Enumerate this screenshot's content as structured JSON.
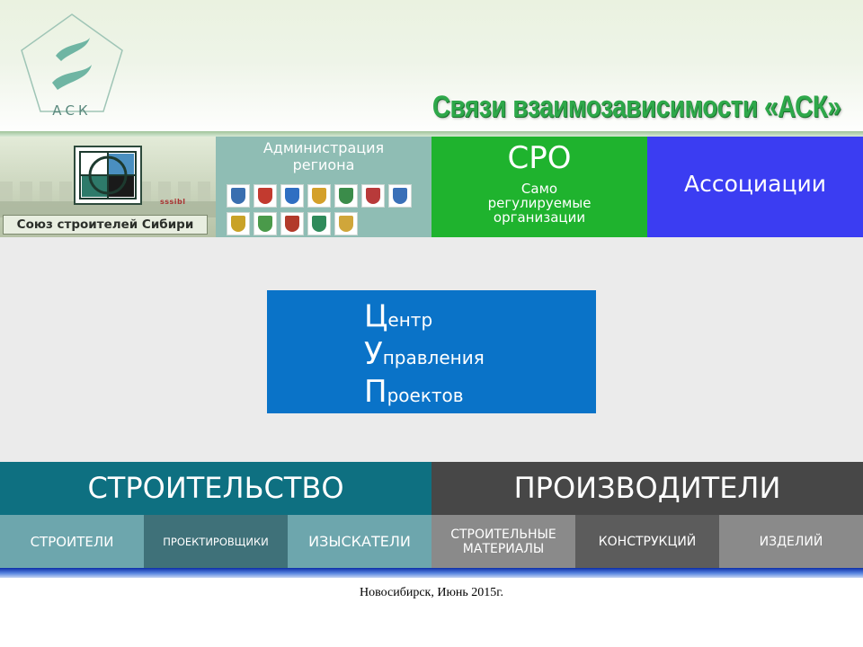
{
  "header": {
    "logo_text": "АСК",
    "title": "Связи взаимозависимости «АСК»"
  },
  "top_row": {
    "union": {
      "badge": "sssibl",
      "label": "Союз строителей Сибири"
    },
    "admin": {
      "title_line1": "Администрация",
      "title_line2": "региона"
    },
    "sro": {
      "title": "СРО",
      "sub_line1": "Само",
      "sub_line2": "регулируемые",
      "sub_line3": "организации"
    },
    "associations": {
      "title": "Ассоциации"
    }
  },
  "center": {
    "line1_big": "Ц",
    "line1_rest": "ентр",
    "line2_big": "У",
    "line2_rest": "правления",
    "line3_big": "П",
    "line3_rest": "роектов"
  },
  "bottom": {
    "construction": {
      "title": "СТРОИТЕЛЬСТВО",
      "items": [
        "СТРОИТЕЛИ",
        "ПРОЕКТИРОВЩИКИ",
        "ИЗЫСКАТЕЛИ"
      ]
    },
    "producers": {
      "title": "ПРОИЗВОДИТЕЛИ",
      "item1_line1": "СТРОИТЕЛЬНЫЕ",
      "item1_line2": "МАТЕРИАЛЫ",
      "items": [
        "КОНСТРУКЦИЙ",
        "ИЗДЕЛИЙ"
      ]
    }
  },
  "footer": {
    "text": "Новосибирск, Июнь 2015г."
  },
  "colors": {
    "title_green": "#2ea84a",
    "admin_tile": "#8fbdb4",
    "sro_tile": "#1fb32e",
    "assoc_tile": "#3b3df2",
    "center_box": "#0a73c8",
    "construction": "#0e7081",
    "producers": "#474747"
  },
  "icons": {
    "logo": "ask-pentagon-logo-icon",
    "union_emblem": "union-emblem-icon",
    "region_crests": [
      "crest-icon"
    ]
  }
}
